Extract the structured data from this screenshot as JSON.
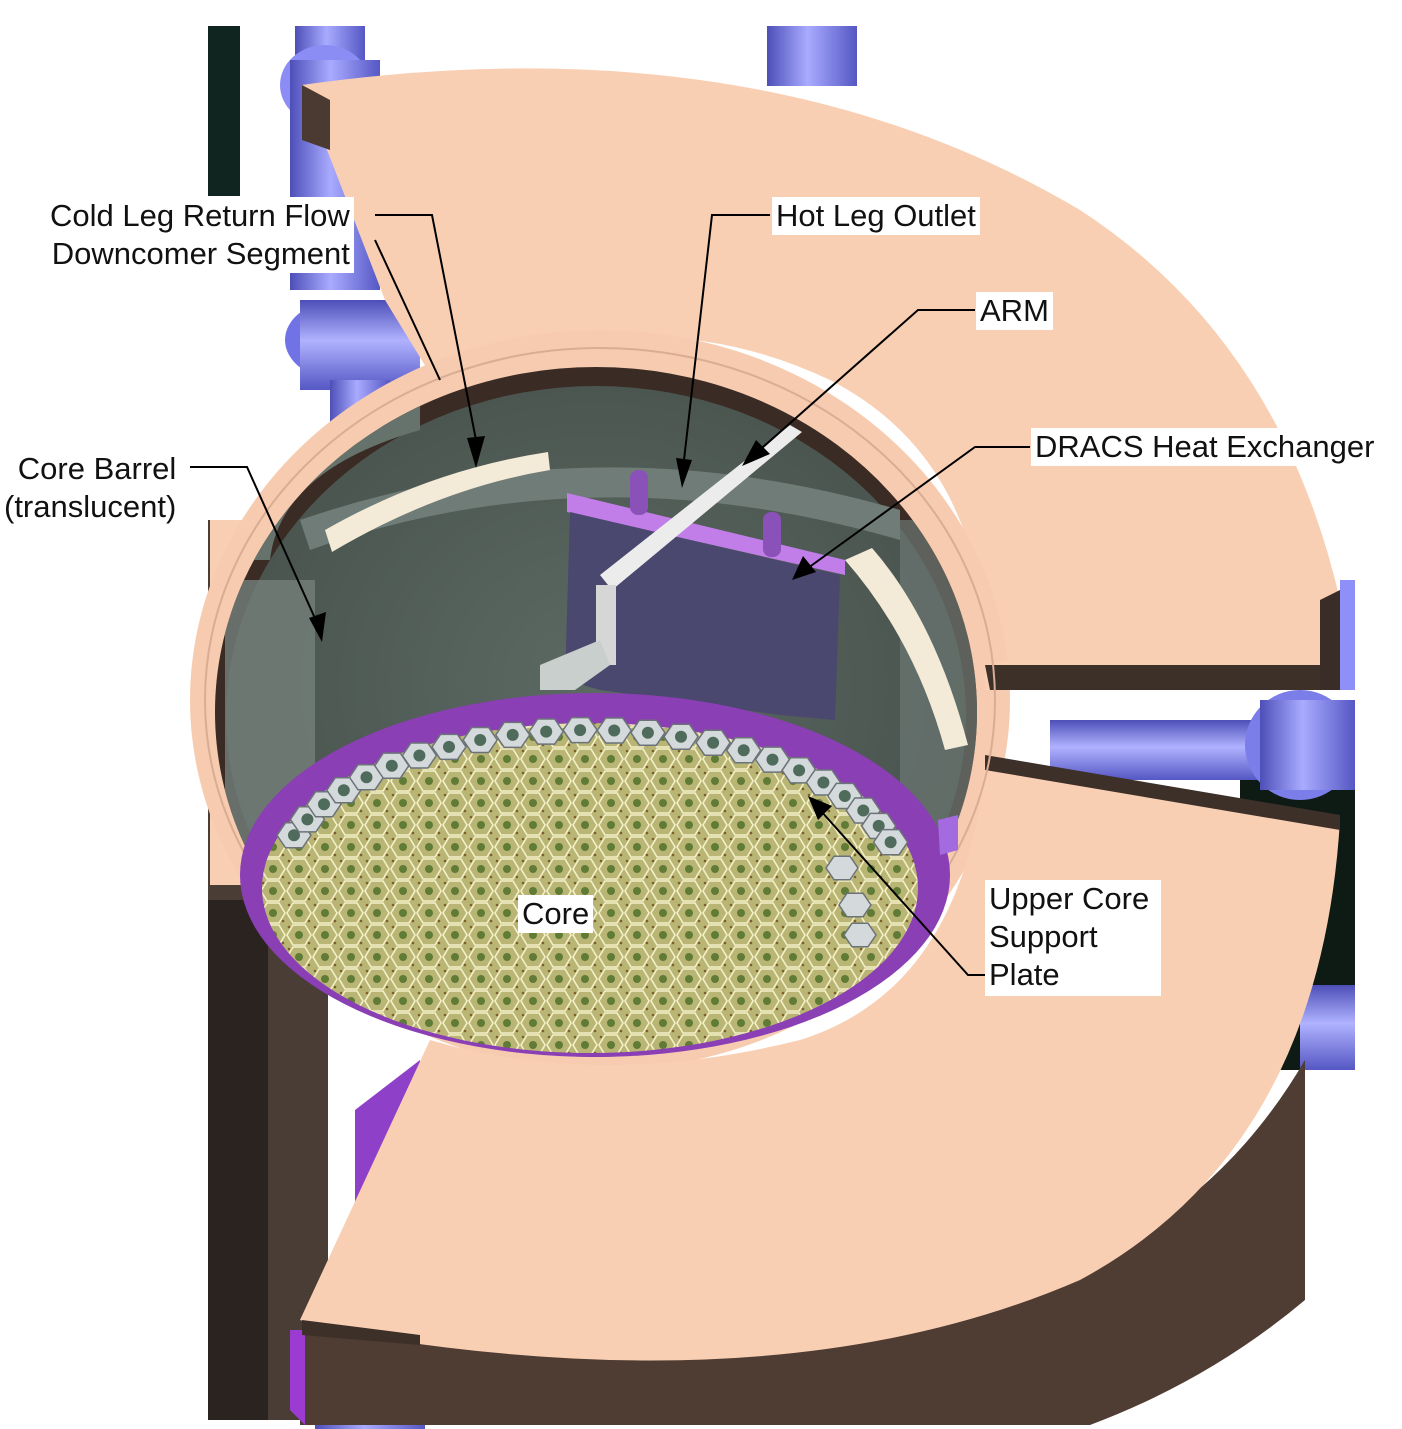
{
  "labels": {
    "cold_leg": {
      "line1": "Cold Leg Return Flow",
      "line2": "Downcomer Segment"
    },
    "hot_leg": {
      "text": "Hot Leg Outlet"
    },
    "arm": {
      "text": "ARM"
    },
    "dracs": {
      "text": "DRACS Heat Exchanger"
    },
    "core_barrel": {
      "line1": "Core Barrel",
      "line2": "(translucent)"
    },
    "core": {
      "text": "Core"
    },
    "upper_core_support_plate": {
      "line1": "Upper Core",
      "line2": "Support",
      "line3": "Plate"
    }
  },
  "colors": {
    "vessel_flange": "#f9cfb4",
    "flange_edge": "#3b2e28",
    "pipes": "#7d7fef",
    "support_plate": "#8a3fb4",
    "core_fuel": "#b5b06a",
    "barrel_wall": "#5f6c66",
    "dracs_hx": "#4c4a70"
  }
}
